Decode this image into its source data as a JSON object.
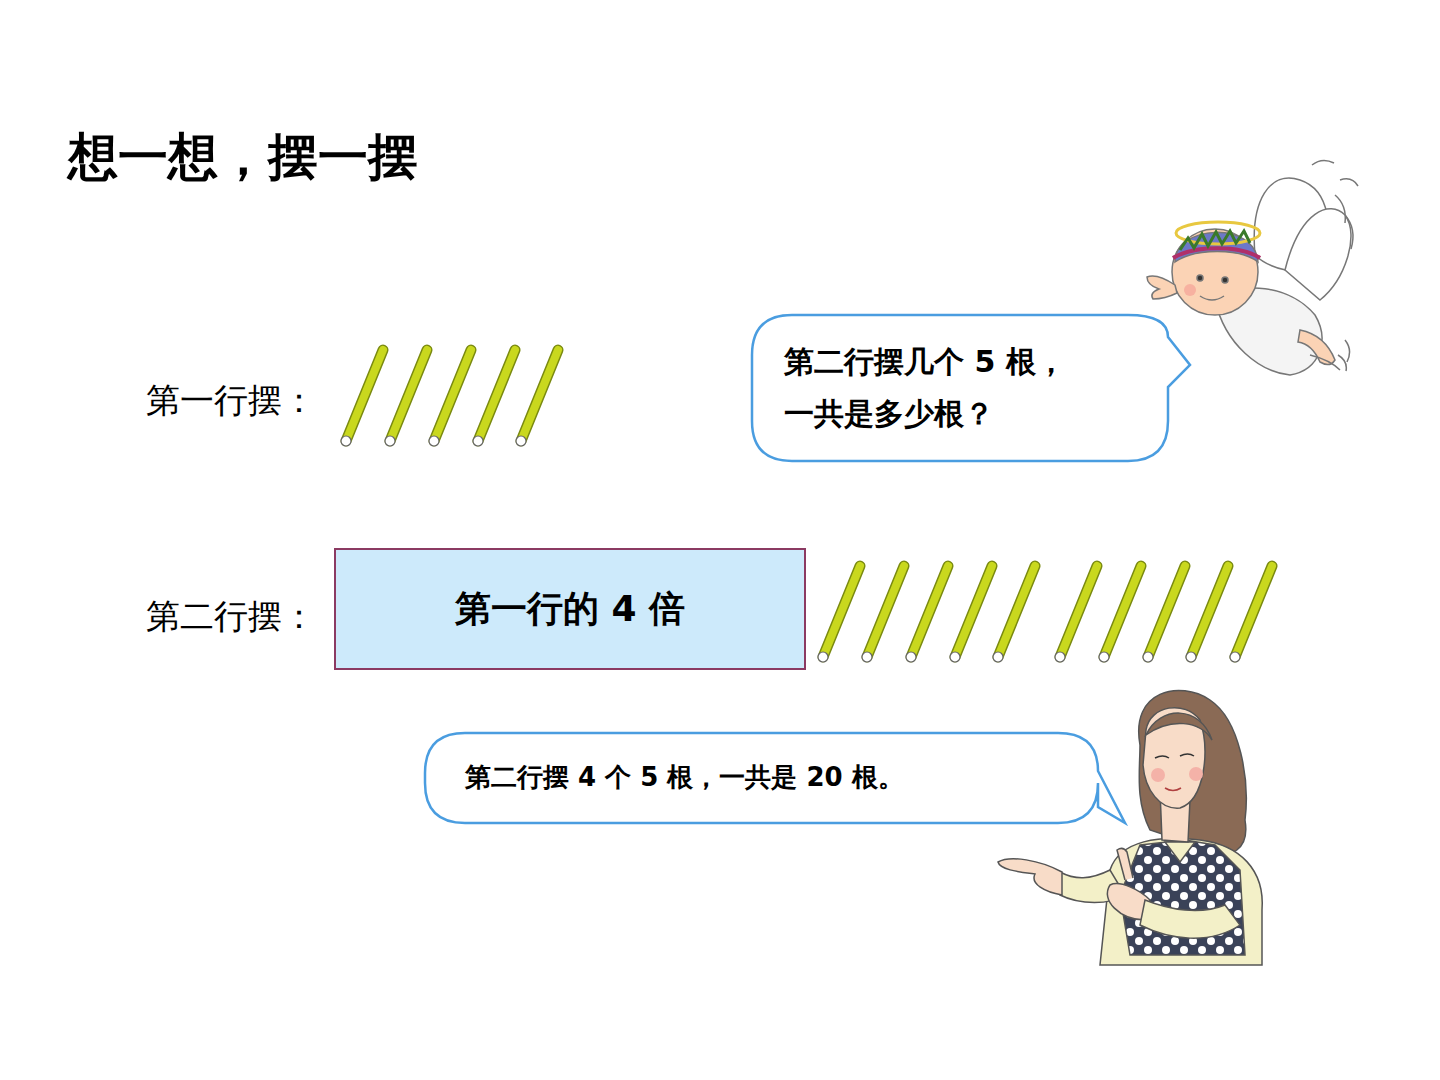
{
  "diagram": {
    "title": "想一想，摆一摆",
    "nodes": [
      {
        "text": [
          "第二行摆几个 5 根， 一共是多少根？"
        ]
      },
      {
        "text": [
          "第一行的 4 倍"
        ]
      },
      {
        "text": [
          "第二行摆 4 个 5 根，一共是 20 根。"
        ]
      }
    ],
    "labels": [
      "第一行摆：",
      "第二行摆："
    ]
  }
}
